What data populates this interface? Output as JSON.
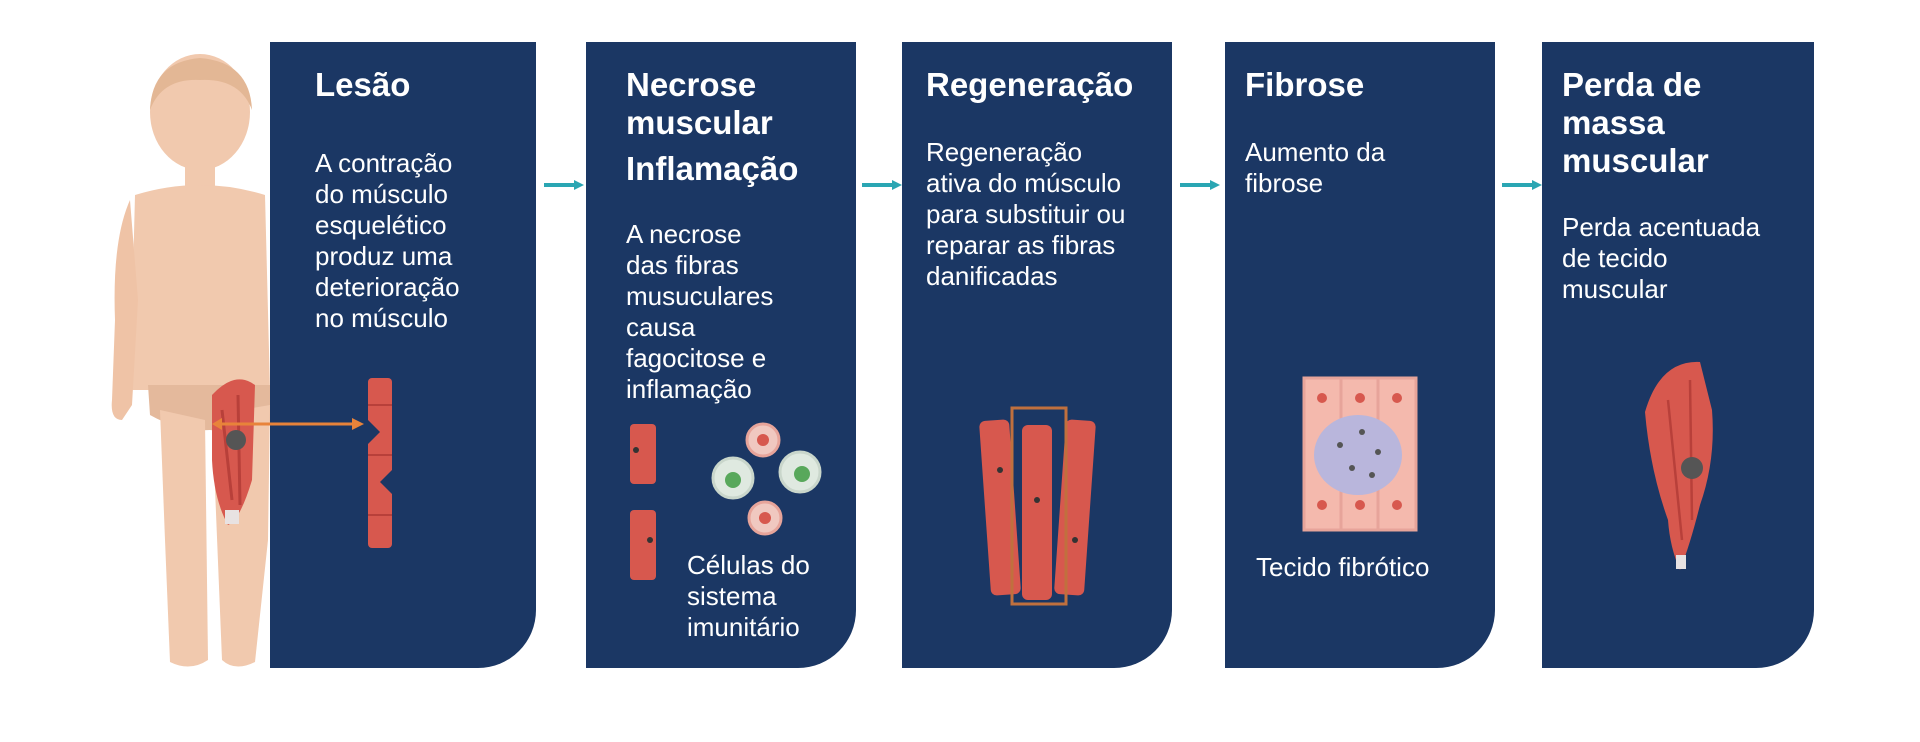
{
  "colors": {
    "panel": "#1b3764",
    "arrow": "#2aa6b3",
    "muscle": "#d7584e",
    "skin": "#f1c9ae",
    "highlight": "#e8833a"
  },
  "stages": [
    {
      "title_lines": [
        "Lesão"
      ],
      "body_lines": [
        "A contração",
        "do músculo",
        "esquelético",
        "produz uma",
        "deterioração",
        "no músculo"
      ]
    },
    {
      "title_lines": [
        "Necrose",
        "muscular"
      ],
      "subtitle": "Inflamação",
      "body_lines": [
        "A necrose",
        "das fibras",
        "musuculares",
        "causa",
        "fagocitose e",
        "inflamação"
      ],
      "caption_lines": [
        "Células do",
        "sistema",
        "imunitário"
      ]
    },
    {
      "title_lines": [
        "Regeneração"
      ],
      "body_lines": [
        "Regeneração",
        "ativa do músculo",
        "para substituir ou",
        "reparar as fibras",
        "danificadas"
      ]
    },
    {
      "title_lines": [
        "Fibrose"
      ],
      "body_lines": [
        "Aumento da",
        "fibrose"
      ],
      "caption_lines": [
        "Tecido fibrótico"
      ]
    },
    {
      "title_lines": [
        "Perda de",
        "massa",
        "muscular"
      ],
      "body_lines": [
        "Perda acentuada",
        "de tecido",
        "muscular"
      ]
    }
  ],
  "icons": [
    "child-figure-icon",
    "muscle-fiber-icon",
    "immune-cell-icon",
    "fibrosis-tissue-icon",
    "atrophied-muscle-icon",
    "arrow-right-icon"
  ]
}
